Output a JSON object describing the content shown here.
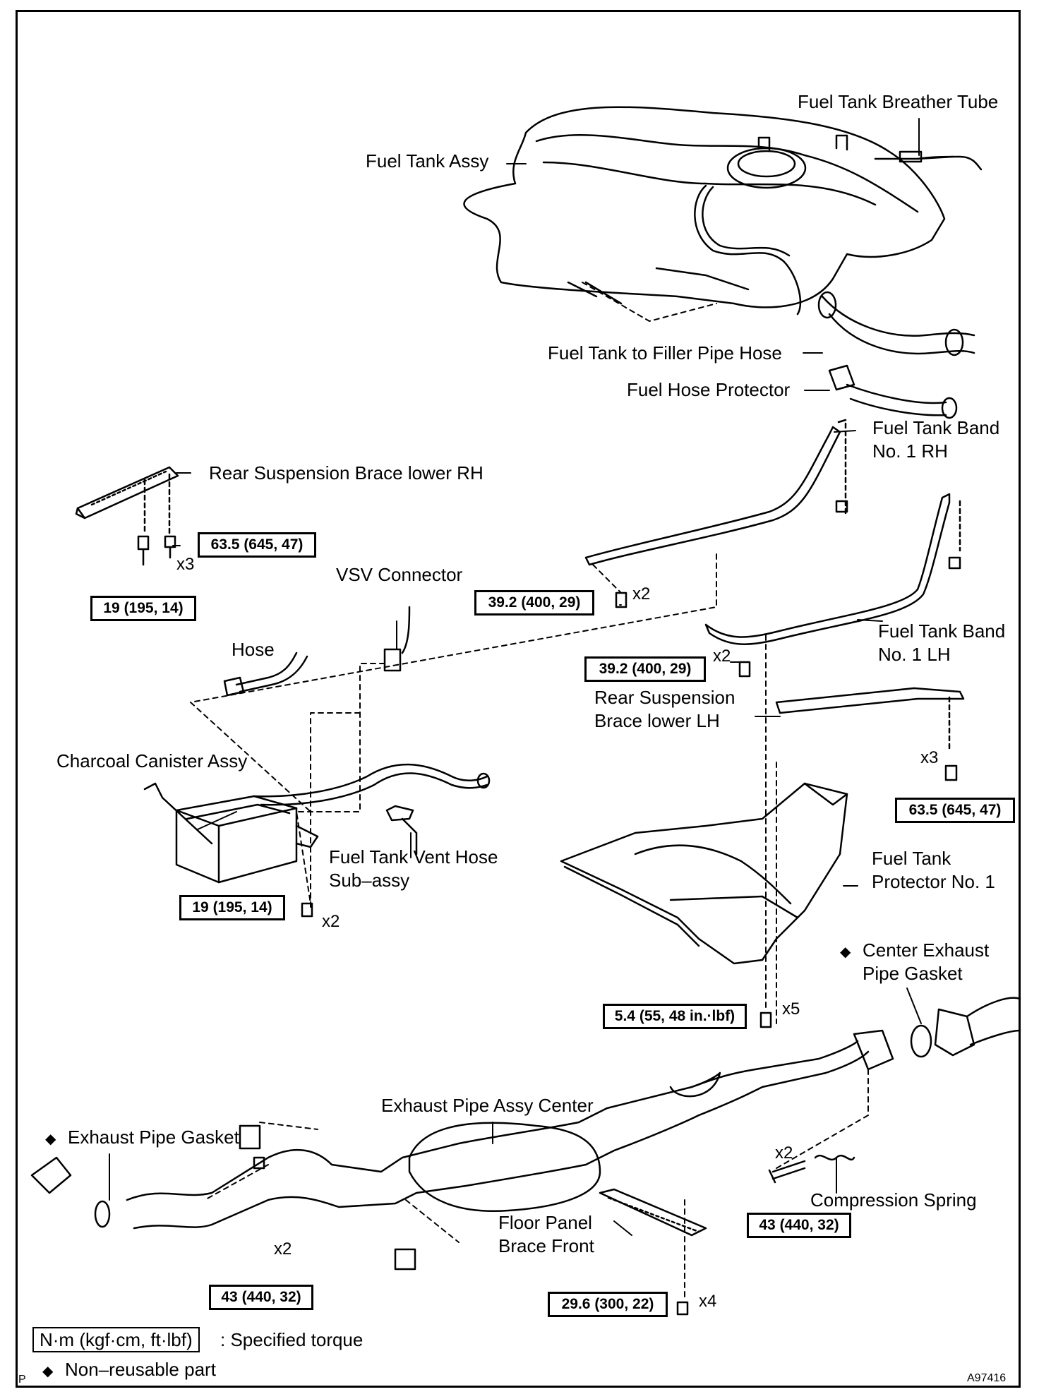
{
  "labels": {
    "fuel_tank_breather_tube": "Fuel Tank Breather Tube",
    "fuel_tank_assy": "Fuel Tank Assy",
    "fuel_tank_to_filler_pipe_hose": "Fuel Tank to Filler Pipe Hose",
    "fuel_hose_protector": "Fuel Hose Protector",
    "fuel_tank_band_rh": "Fuel Tank Band No. 1 RH",
    "rear_susp_brace_rh": "Rear Suspension Brace lower RH",
    "vsv_connector": "VSV Connector",
    "hose": "Hose",
    "fuel_tank_band_lh": "Fuel Tank Band No. 1 LH",
    "rear_susp_brace_lh": "Rear Suspension Brace lower LH",
    "charcoal_canister": "Charcoal Canister Assy",
    "vent_hose": "Fuel Tank Vent Hose Sub–assy",
    "fuel_tank_protector": "Fuel Tank Protector No. 1",
    "center_exhaust_gasket": "Center Exhaust Pipe Gasket",
    "exhaust_pipe_center": "Exhaust Pipe Assy Center",
    "exhaust_pipe_gasket": "Exhaust Pipe Gasket",
    "compression_spring": "Compression Spring",
    "floor_panel_brace": "Floor Panel Brace Front"
  },
  "torques": {
    "t_63_5_a": "63.5 (645, 47)",
    "t_19_a": "19 (195, 14)",
    "t_39_2_a": "39.2 (400, 29)",
    "t_39_2_b": "39.2 (400, 29)",
    "t_63_5_b": "63.5 (645, 47)",
    "t_19_b": "19 (195, 14)",
    "t_5_4": "5.4 (55, 48 in.·lbf)",
    "t_43_a": "43 (440, 32)",
    "t_43_b": "43 (440, 32)",
    "t_29_6": "29.6 (300, 22)"
  },
  "multipliers": {
    "m_x3_a": "x3",
    "m_x2_a": "x2",
    "m_x2_b": "x2",
    "m_x3_b": "x3",
    "m_x2_c": "x2",
    "m_x5": "x5",
    "m_x2_d": "x2",
    "m_x2_e": "x2",
    "m_x4": "x4"
  },
  "legend": {
    "torque_unit": "N·m (kgf·cm, ft·lbf)",
    "torque_desc": ": Specified torque",
    "non_reusable": "Non–reusable part",
    "diamond": "◆"
  },
  "footer": {
    "page_mark": "P",
    "figure_id": "A97416"
  }
}
